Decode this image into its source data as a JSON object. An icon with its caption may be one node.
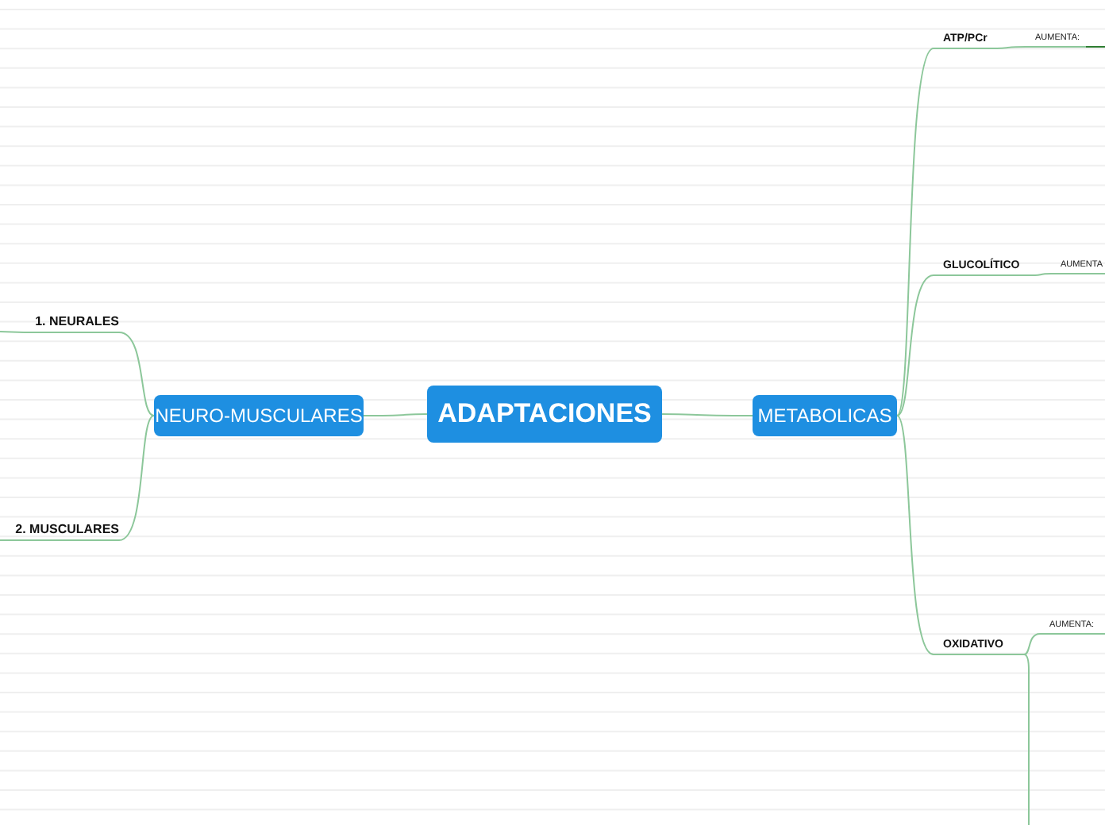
{
  "diagram": {
    "nodes": [
      {
        "text": [
          "ADAPTACIONES"
        ]
      },
      {
        "text": [
          "NEURO-MUSCULARES"
        ]
      },
      {
        "text": [
          "METABOLICAS"
        ]
      },
      {
        "text": [
          "1. NEURALES"
        ]
      },
      {
        "text": [
          "2. MUSCULARES"
        ]
      },
      {
        "text": [
          "ATP/PCr"
        ]
      },
      {
        "text": [
          "AUMENTA:"
        ]
      },
      {
        "text": [
          "GLUCOLÍTICO"
        ]
      },
      {
        "text": [
          "AUMENTA"
        ]
      },
      {
        "text": [
          "OXIDATIVO"
        ]
      },
      {
        "text": [
          "AUMENTA:"
        ]
      }
    ],
    "edges": [
      {
        "from": 0,
        "to": 1,
        "arrow": "none"
      },
      {
        "from": 0,
        "to": 2,
        "arrow": "none"
      },
      {
        "from": 1,
        "to": 3,
        "arrow": "none"
      },
      {
        "from": 1,
        "to": 4,
        "arrow": "none"
      },
      {
        "from": 2,
        "to": 5,
        "arrow": "none"
      },
      {
        "from": 2,
        "to": 7,
        "arrow": "none"
      },
      {
        "from": 2,
        "to": 9,
        "arrow": "none"
      },
      {
        "from": 5,
        "to": 6,
        "arrow": "none"
      },
      {
        "from": 7,
        "to": 8,
        "arrow": "none"
      },
      {
        "from": 9,
        "to": 10,
        "arrow": "none"
      },
      {
        "from": 3,
        "to": null,
        "arrow": "none"
      },
      {
        "from": 6,
        "to": null,
        "arrow": "none",
        "color": "#2e7d32"
      },
      {
        "from": 9,
        "to": null,
        "arrow": "none"
      }
    ]
  }
}
